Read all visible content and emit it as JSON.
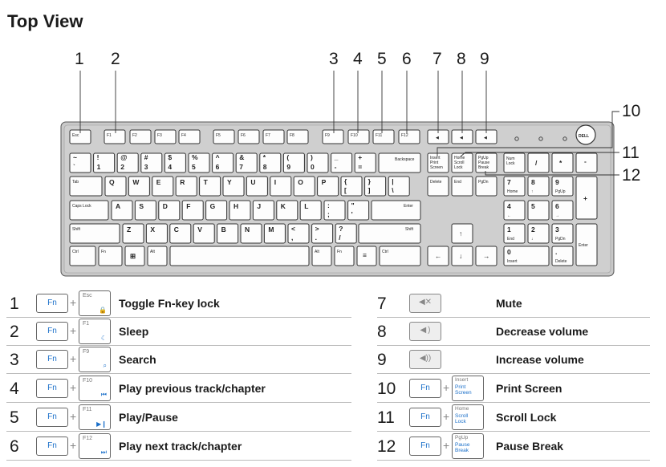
{
  "title": "Top View",
  "callouts": [
    "1",
    "2",
    "3",
    "4",
    "5",
    "6",
    "7",
    "8",
    "9",
    "10",
    "11",
    "12"
  ],
  "keyboard": {
    "logo": "DELL",
    "row_fn": [
      "Esc",
      "F1",
      "F2",
      "F3",
      "F4",
      "F5",
      "F6",
      "F7",
      "F8",
      "F9",
      "F10",
      "F11",
      "F12"
    ],
    "row_num_top": [
      "~",
      "!",
      "@",
      "#",
      "$",
      "%",
      "^",
      "&",
      "*",
      "(",
      ")",
      "_",
      "+"
    ],
    "row_num_bottom": [
      "`",
      "1",
      "2",
      "3",
      "4",
      "5",
      "6",
      "7",
      "8",
      "9",
      "0",
      "-",
      "="
    ],
    "backspace": "Backspace",
    "tab": "Tab",
    "row_q": [
      "Q",
      "W",
      "E",
      "R",
      "T",
      "Y",
      "U",
      "I",
      "O",
      "P"
    ],
    "bracket_top": [
      "{",
      "}",
      "|"
    ],
    "bracket_bottom": [
      "[",
      "]",
      "\\"
    ],
    "caps": "Caps Lock",
    "row_a": [
      "A",
      "S",
      "D",
      "F",
      "G",
      "H",
      "J",
      "K",
      "L"
    ],
    "semi_top": [
      ":",
      "\""
    ],
    "semi_bottom": [
      ";",
      "'"
    ],
    "enter": "Enter",
    "shift": "Shift",
    "row_z": [
      "Z",
      "X",
      "C",
      "V",
      "B",
      "N",
      "M"
    ],
    "comma_top": [
      "<",
      ">",
      "?"
    ],
    "comma_bottom": [
      ",",
      ".",
      "/"
    ],
    "ctrl": "Ctrl",
    "fn": "Fn",
    "alt": "Alt",
    "nav_top": [
      "Insert",
      "Home",
      "PgUp"
    ],
    "nav_top2": [
      "Print",
      "Scroll",
      "Pause"
    ],
    "nav_top3": [
      "Screen",
      "Lock",
      "Break"
    ],
    "nav_bottom": [
      "Delete",
      "End",
      "PgDn"
    ],
    "numlock": [
      "Num",
      "Lock"
    ],
    "numpad_ops": [
      "/",
      "*",
      "-",
      "+"
    ],
    "numpad_digits": [
      "7",
      "8",
      "9",
      "4",
      "5",
      "6",
      "1",
      "2",
      "3",
      "0",
      "."
    ],
    "numpad_sub": [
      "Home",
      "↑",
      "PgUp",
      "←",
      "",
      "→",
      "End",
      "↓",
      "PgDn",
      "Insert",
      "Delete"
    ],
    "numpad_enter": "Enter",
    "arrows": [
      "↑",
      "←",
      "↓",
      "→"
    ]
  },
  "legend": [
    {
      "num": "1",
      "fn": "Fn",
      "key_top": "Esc",
      "key_icon": "lock",
      "desc": "Toggle Fn-key lock"
    },
    {
      "num": "2",
      "fn": "Fn",
      "key_top": "F1",
      "key_icon": "moon",
      "desc": "Sleep"
    },
    {
      "num": "3",
      "fn": "Fn",
      "key_top": "F9",
      "key_icon": "search",
      "desc": "Search"
    },
    {
      "num": "4",
      "fn": "Fn",
      "key_top": "F10",
      "key_icon": "prev-track",
      "desc": "Play previous track/chapter"
    },
    {
      "num": "5",
      "fn": "Fn",
      "key_top": "F11",
      "key_icon": "play-pause",
      "desc": "Play/Pause"
    },
    {
      "num": "6",
      "fn": "Fn",
      "key_top": "F12",
      "key_icon": "next-track",
      "desc": "Play next track/chapter"
    },
    {
      "num": "7",
      "key_icon": "mute",
      "desc": "Mute"
    },
    {
      "num": "8",
      "key_icon": "volume-down",
      "desc": "Decrease volume"
    },
    {
      "num": "9",
      "key_icon": "volume-up",
      "desc": "Increase volume"
    },
    {
      "num": "10",
      "fn": "Fn",
      "key_l1": "Insert",
      "key_l2": "Print",
      "key_l3": "Screen",
      "desc": "Print Screen"
    },
    {
      "num": "11",
      "fn": "Fn",
      "key_l1": "Home",
      "key_l2": "Scroll",
      "key_l3": "Lock",
      "desc": "Scroll Lock"
    },
    {
      "num": "12",
      "fn": "Fn",
      "key_l1": "PgUp",
      "key_l2": "Pause",
      "key_l3": "Break",
      "desc": "Pause Break"
    }
  ],
  "colors": {
    "accent": "#1a6fc9",
    "keyboard_body": "#c8c8c8",
    "key": "#fdfdfd"
  }
}
